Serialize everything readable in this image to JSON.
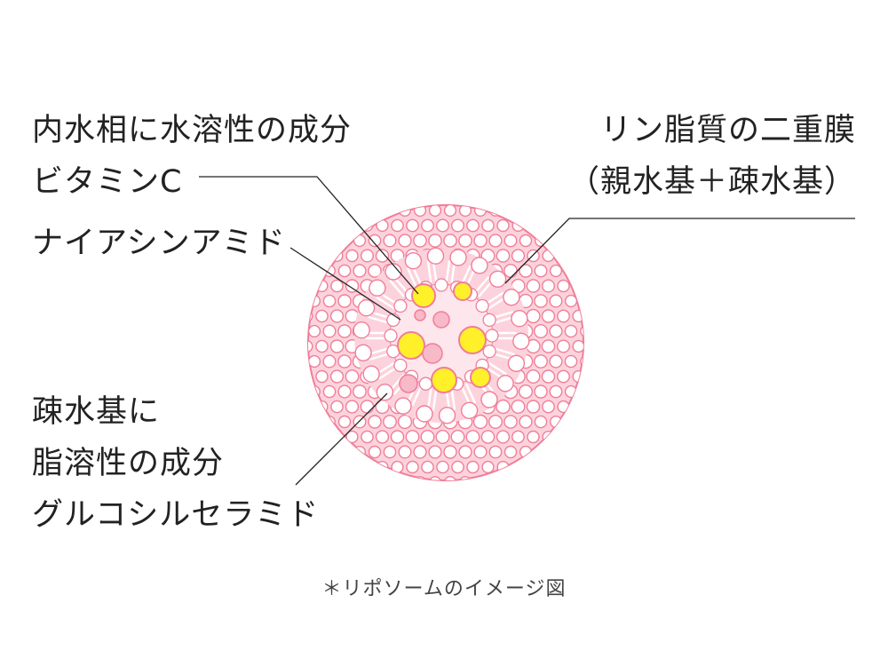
{
  "labels": {
    "inner_water": [
      "内水相に水溶性の成分",
      "ビタミンC"
    ],
    "niacinamide": "ナイアシンアミド",
    "hydrophobic": [
      "疎水基に",
      "脂溶性の成分",
      "グルコシルセラミド"
    ],
    "membrane": [
      "リン脂質の二重膜",
      "（親水基＋疎水基）"
    ]
  },
  "caption": "＊リポソームのイメージ図",
  "colors": {
    "pink_fill": "#fcd3dc",
    "pink_stroke": "#f07e98",
    "head_fill": "#ffffff",
    "core_fill": "#fde6ec",
    "vitamin_c": "#fff02a",
    "vitamin_c_stroke": "#f07e98",
    "niacinamide": "#f8b9c8",
    "leader_line": "#222222"
  }
}
